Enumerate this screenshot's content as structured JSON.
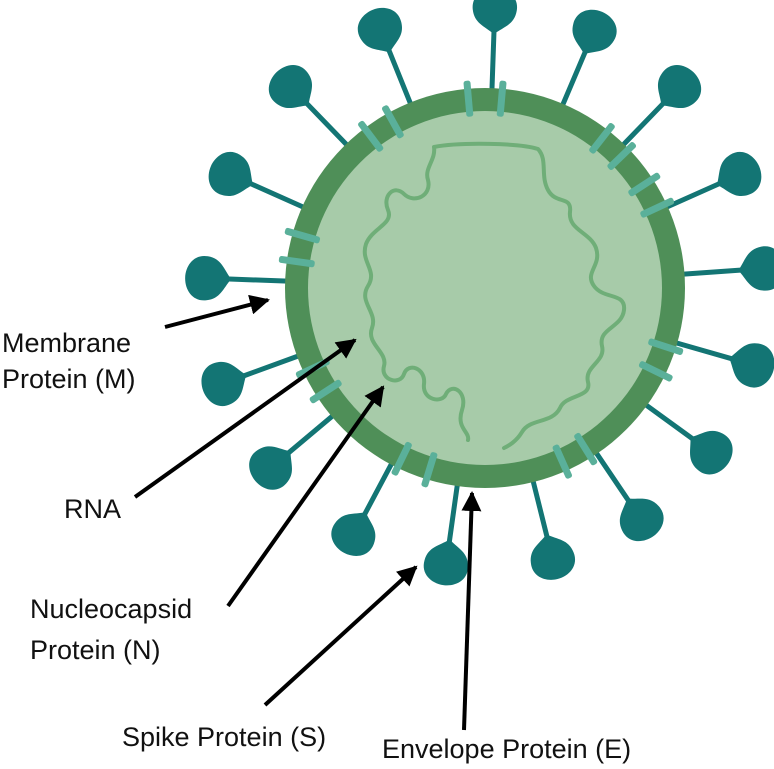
{
  "diagram": {
    "labels": {
      "membrane_line1": "Membrane",
      "membrane_line2": "Protein (M)",
      "rna": "RNA",
      "nucleocapsid_line1": "Nucleocapsid",
      "nucleocapsid_line2": "Protein (N)",
      "spike": "Spike Protein (S)",
      "envelope": "Envelope Protein (E)"
    },
    "colors": {
      "spike": "#137574",
      "outer_membrane": "#4f8f58",
      "inner_body": "#a7cba9",
      "rna_strand": "#6fae78",
      "membrane_protein": "#5ab09a",
      "arrow": "#000000",
      "text": "#111111"
    },
    "icons": [
      "virus-particle",
      "spike-protein",
      "membrane-protein",
      "rna-strand",
      "pointer-arrow"
    ]
  }
}
